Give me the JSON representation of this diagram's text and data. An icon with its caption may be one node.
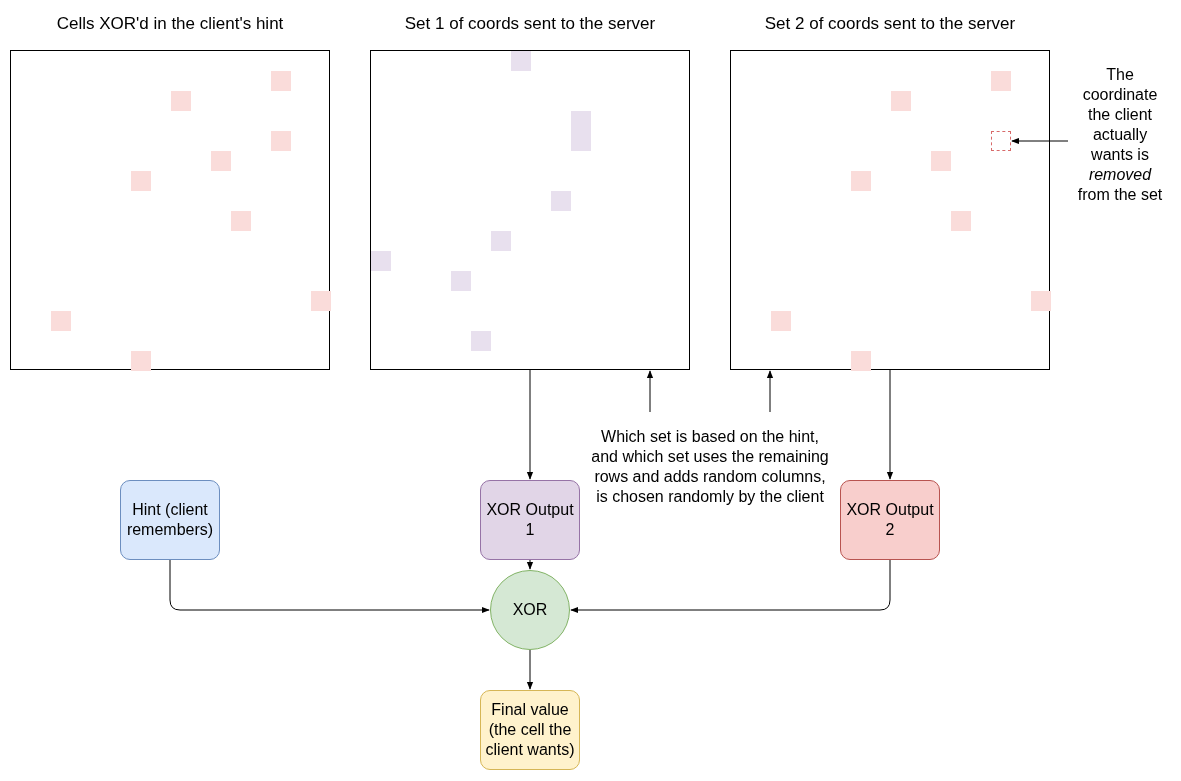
{
  "diagram": {
    "nodes": [
      {
        "text": [
          "Cells XOR'd in the client's hint"
        ]
      },
      {
        "text": [
          "Set 1 of coords sent to the server"
        ]
      },
      {
        "text": [
          "Set 2 of coords sent to the server"
        ]
      },
      {
        "text": [],
        "shape": "box",
        "in": 2
      },
      {
        "text": [
          "The coordinate the client actually wants is *removed* from the set"
        ]
      },
      {
        "text": [
          "Hint (client remembers)"
        ]
      },
      {
        "text": [
          "XOR Output 1"
        ]
      },
      {
        "text": [
          "Which set is based on the hint, and which set uses the remaining rows and adds random columns, is chosen randomly by the client"
        ]
      },
      {
        "text": [
          "XOR Output 2"
        ]
      },
      {
        "text": [
          "XOR"
        ]
      },
      {
        "text": [
          "Final value (the cell the client wants)"
        ]
      }
    ],
    "edges": [
      {
        "from": 1,
        "to": 6,
        "arrow": "to"
      },
      {
        "from": 2,
        "to": 8,
        "arrow": "to"
      },
      {
        "from": 7,
        "to": 1,
        "arrow": "to"
      },
      {
        "from": 7,
        "to": 2,
        "arrow": "to"
      },
      {
        "from": 5,
        "to": 9,
        "arrow": "to"
      },
      {
        "from": 8,
        "to": 9,
        "arrow": "to"
      },
      {
        "from": 6,
        "to": 9,
        "arrow": "to"
      },
      {
        "from": 9,
        "to": 10,
        "arrow": "to"
      },
      {
        "from": 4,
        "to": 3,
        "arrow": "to"
      }
    ]
  }
}
